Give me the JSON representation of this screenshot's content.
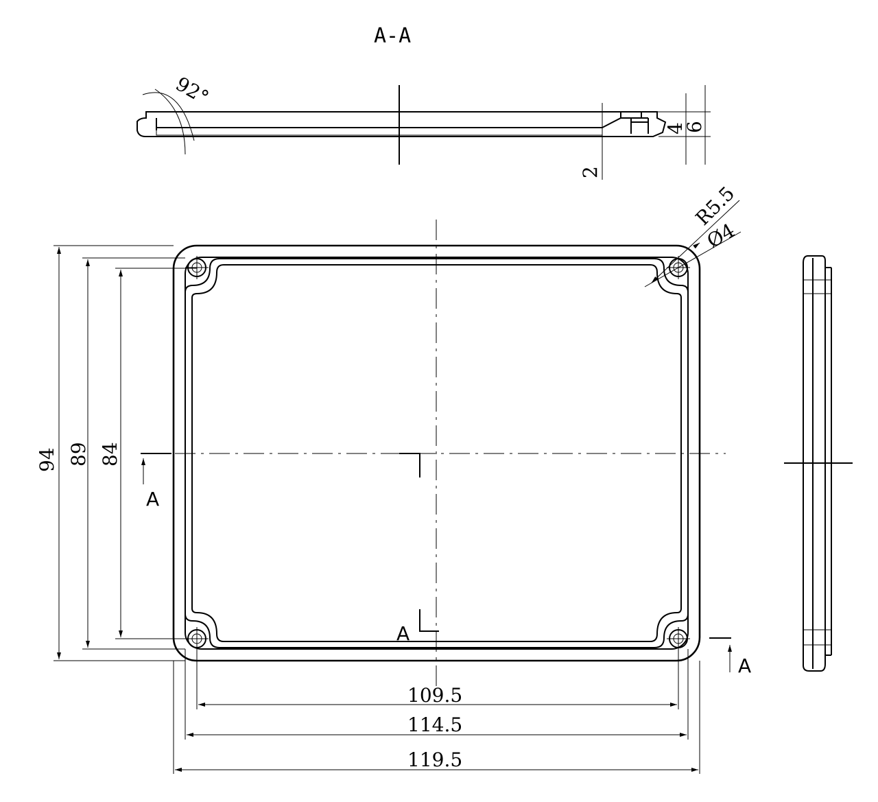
{
  "section": {
    "title": "A-A",
    "angle": "92°",
    "thickness": "2",
    "step_height": "4",
    "total_height": "6"
  },
  "corner": {
    "radius": "R5.5",
    "hole": "Ø4"
  },
  "width_dims": [
    "109.5",
    "114.5",
    "119.5"
  ],
  "height_dims": [
    "94",
    "89",
    "84"
  ],
  "cut_labels": [
    "A",
    "A",
    "A"
  ]
}
